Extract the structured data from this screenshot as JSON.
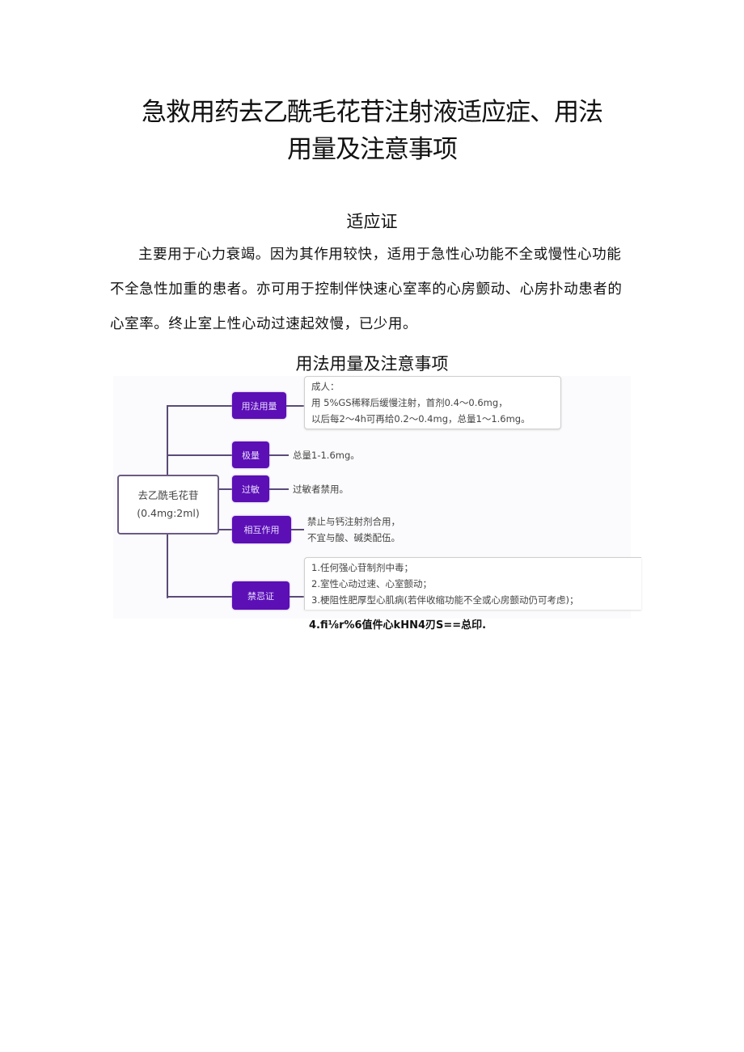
{
  "document": {
    "title_line1": "急救用药去乙酰毛花苷注射液适应症、用法",
    "title_line2": "用量及注意事项",
    "section_indications": {
      "heading": "适应证",
      "text": "主要用于心力衰竭。因为其作用较快，适用于急性心功能不全或慢性心功能不全急性加重的患者。亦可用于控制伴快速心室率的心房颤动、心房扑动患者的心室率。终止室上性心动过速起效慢，已少用。"
    },
    "section_usage": {
      "heading": "用法用量及注意事项"
    }
  },
  "mindmap": {
    "root": {
      "line1": "去乙酰毛花苷",
      "line2": "(0.4mg:2ml)"
    },
    "branches": [
      {
        "label": "用法用量",
        "lines": [
          "成人：",
          "用 5%GS稀释后缓慢注射，首剂0.4～0.6mg，",
          "以后每2～4h可再给0.2～0.4mg，总量1～1.6mg。"
        ]
      },
      {
        "label": "极量",
        "lines": [
          "总量1-1.6mg。"
        ]
      },
      {
        "label": "过敏",
        "lines": [
          "过敏者禁用。"
        ]
      },
      {
        "label": "相互作用",
        "lines": [
          "禁止与钙注射剂合用，",
          "不宜与酸、碱类配伍。"
        ]
      },
      {
        "label": "禁忌证",
        "lines": [
          "1.任何强心苷制剂中毒；",
          "2.室性心动过速、心室颤动；",
          "3.梗阻性肥厚型心肌病(若伴收缩功能不全或心房颤动仍可考虑)；"
        ]
      }
    ],
    "overflow_text": "4.fi⅛r%6值件心kHN4刃S==总印."
  }
}
